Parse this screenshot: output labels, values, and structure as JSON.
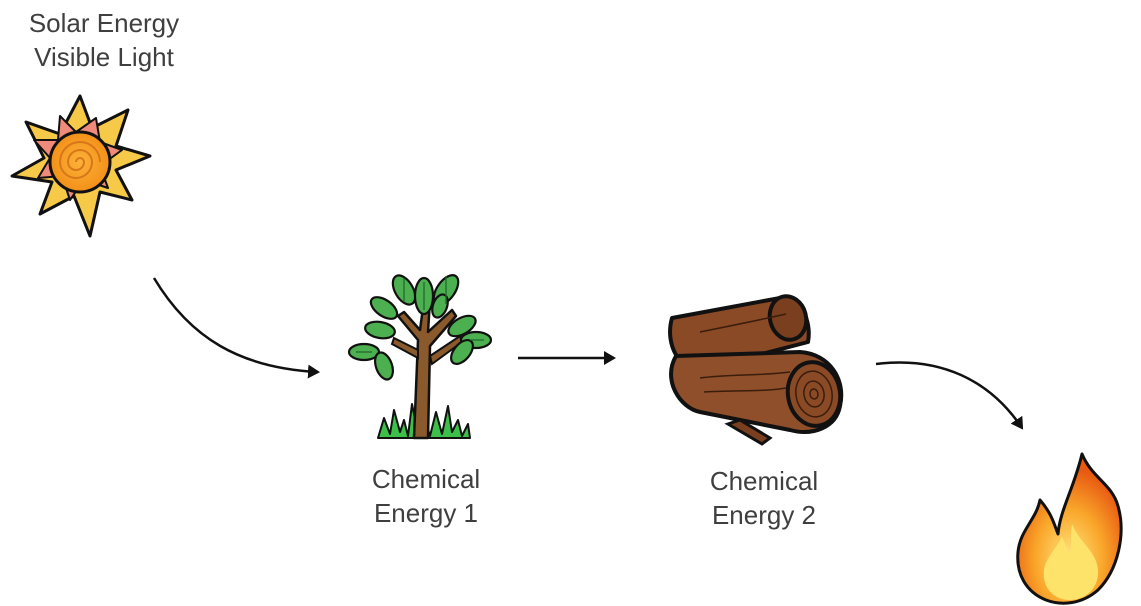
{
  "labels": {
    "solar": [
      "Solar Energy",
      "Visible Light"
    ],
    "chemical_1": [
      "Chemical",
      "Energy 1"
    ],
    "chemical_2": [
      "Chemical",
      "Energy 2"
    ]
  },
  "icons": [
    "sun-icon",
    "tree-icon",
    "logs-icon",
    "fire-icon"
  ],
  "colors": {
    "sun_rays": "#f5c842",
    "sun_core": "#f59a1c",
    "leaf": "#3fa34d",
    "trunk": "#7a4a22",
    "log": "#8a4e2a",
    "fire_outer": "#f07a1a",
    "fire_inner": "#fbd44a"
  }
}
